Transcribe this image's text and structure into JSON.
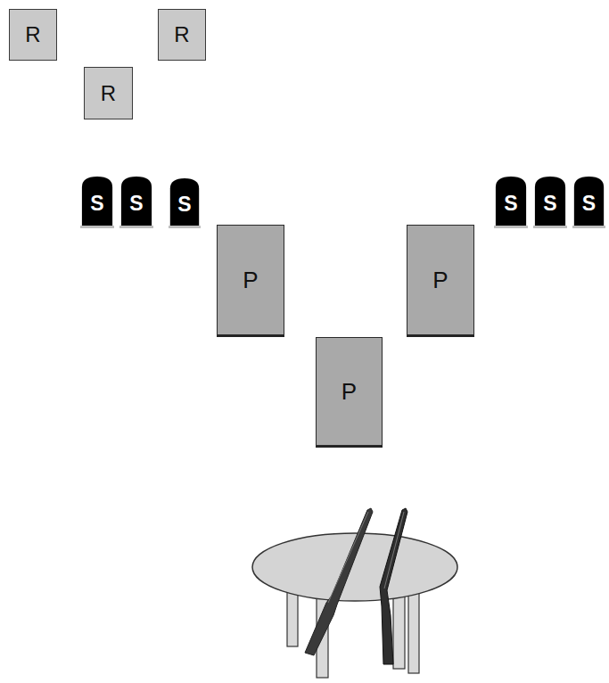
{
  "diagram": {
    "nodes": [
      {
        "text": [
          "R"
        ]
      },
      {
        "text": [
          "R"
        ]
      },
      {
        "text": [
          "R"
        ]
      },
      {
        "text": [
          "S"
        ]
      },
      {
        "text": [
          "S"
        ]
      },
      {
        "text": [
          "S"
        ]
      },
      {
        "text": [
          "S"
        ]
      },
      {
        "text": [
          "S"
        ]
      },
      {
        "text": [
          "S"
        ]
      },
      {
        "text": [
          "P"
        ]
      },
      {
        "text": [
          "P"
        ]
      },
      {
        "text": [
          "P"
        ]
      }
    ]
  }
}
